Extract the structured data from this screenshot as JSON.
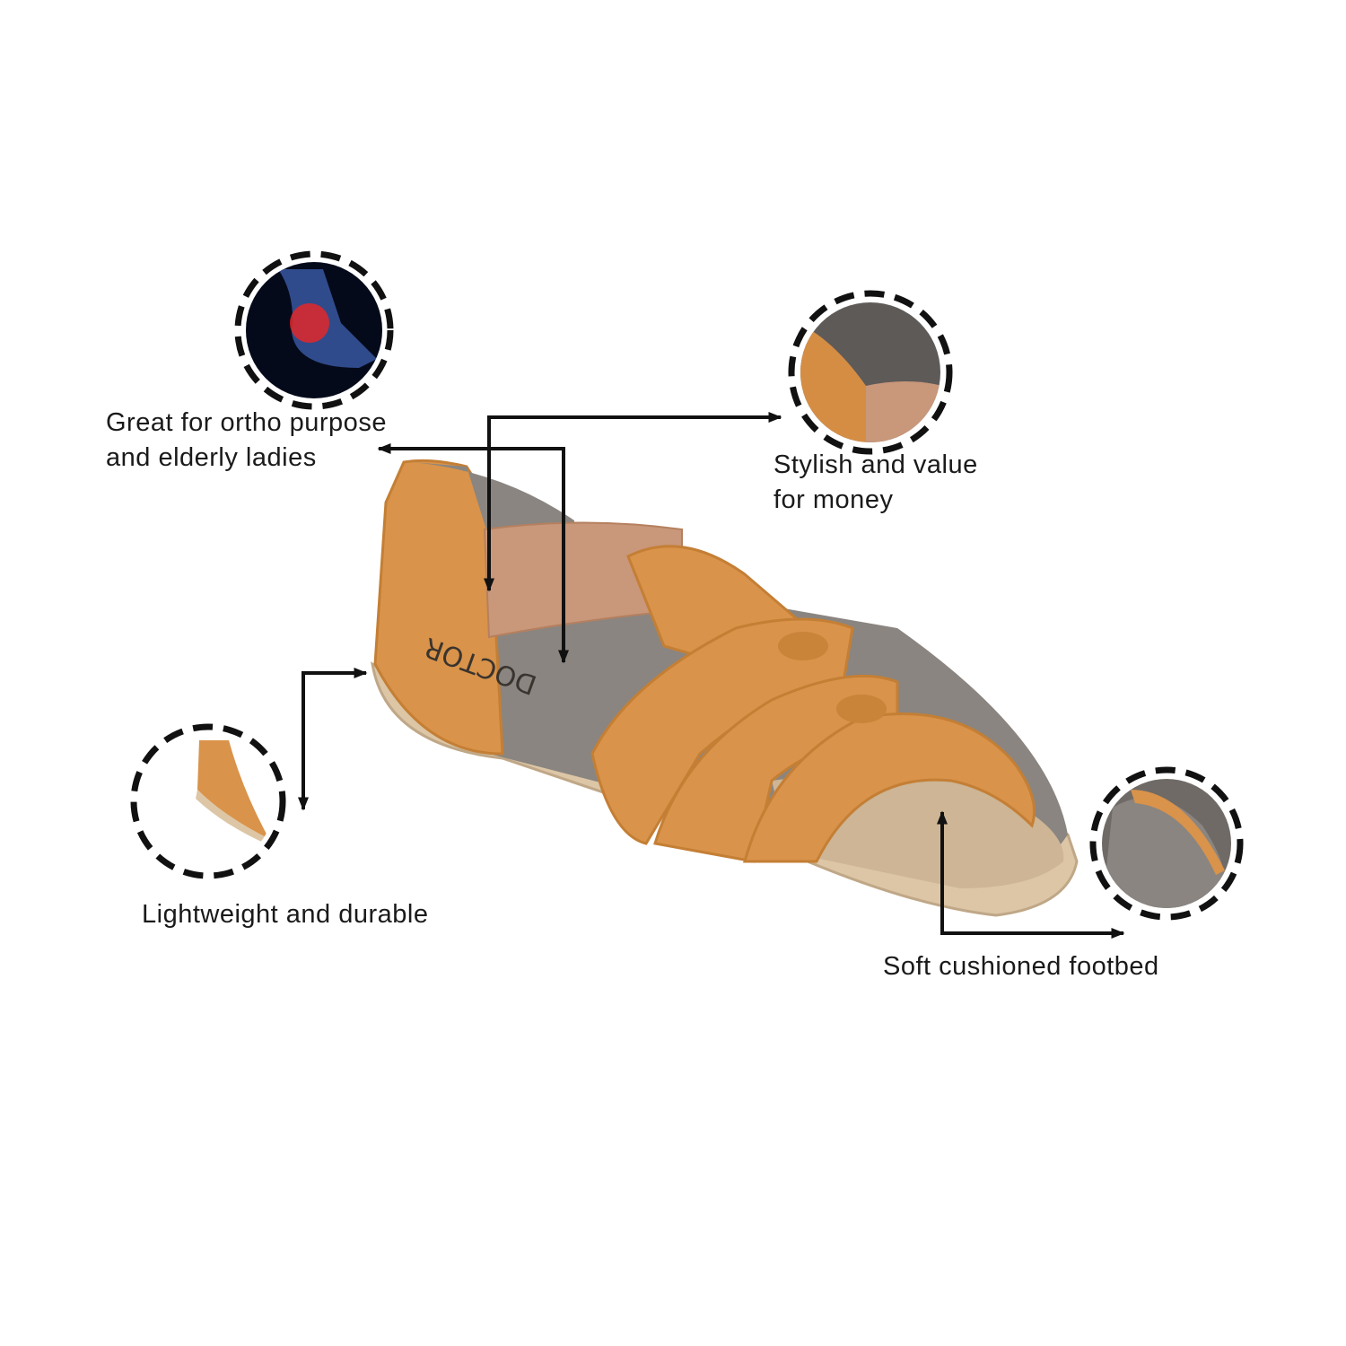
{
  "features": [
    {
      "id": "ortho",
      "lines": [
        "Great for ortho purpose",
        "and elderly ladies"
      ],
      "icon": "foot-xray-icon"
    },
    {
      "id": "stylish",
      "lines": [
        "Stylish and value",
        "for money"
      ],
      "icon": "strap-closeup-icon"
    },
    {
      "id": "lightweight",
      "lines": [
        "Lightweight and durable"
      ],
      "icon": "sole-closeup-icon"
    },
    {
      "id": "footbed",
      "lines": [
        "Soft cushioned footbed"
      ],
      "icon": "footbed-closeup-icon"
    }
  ],
  "product": {
    "insole_logo": "DOCTOR"
  },
  "colors": {
    "leather": "#d9934a",
    "elastic": "#c9977a",
    "insole": "#8a8580",
    "sole": "#dcc6a6",
    "ink": "#111111"
  }
}
